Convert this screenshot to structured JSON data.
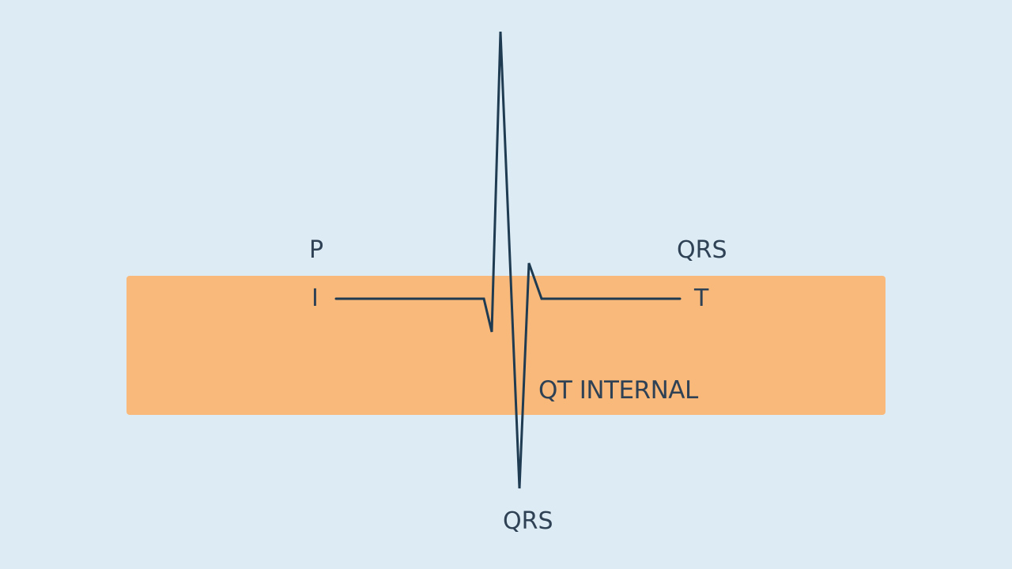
{
  "colors": {
    "background": "#dcebf4",
    "band": "#f9b97b",
    "trace": "#1f3b52",
    "text": "#2f4255"
  },
  "labels": {
    "p": "P",
    "qrs_top": "QRS",
    "i": "I",
    "t": "T",
    "qt_interval": "QT INTERNAL",
    "qrs_bottom": "QRS"
  }
}
